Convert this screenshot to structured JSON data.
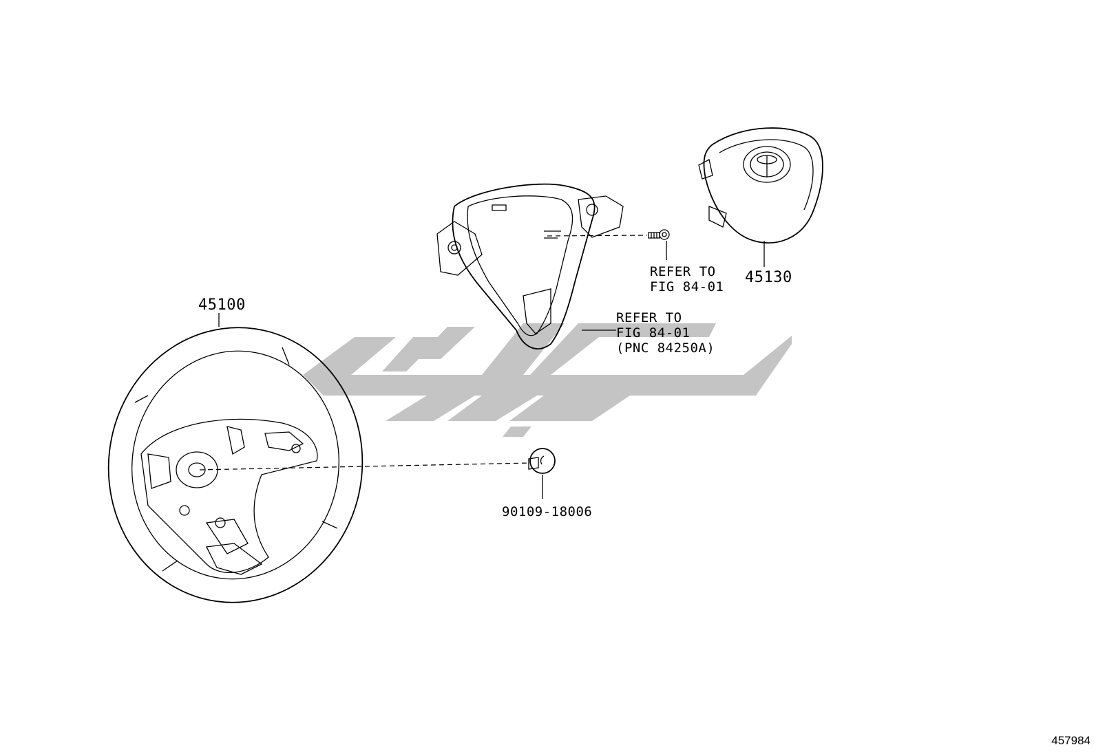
{
  "parts": {
    "steering_wheel": {
      "number": "45100"
    },
    "airbag_pad": {
      "number": "45130"
    },
    "nut": {
      "number": "90109-18006"
    }
  },
  "references": {
    "switch_bezel": {
      "line1": "REFER TO",
      "line2": "FIG 84-01",
      "line3": "(PNC 84250A)"
    },
    "screw": {
      "line1": "REFER TO",
      "line2": "FIG 84-01"
    }
  },
  "figure_id": "457984",
  "colors": {
    "ink": "#000000",
    "watermark": "#c4c4c4"
  }
}
